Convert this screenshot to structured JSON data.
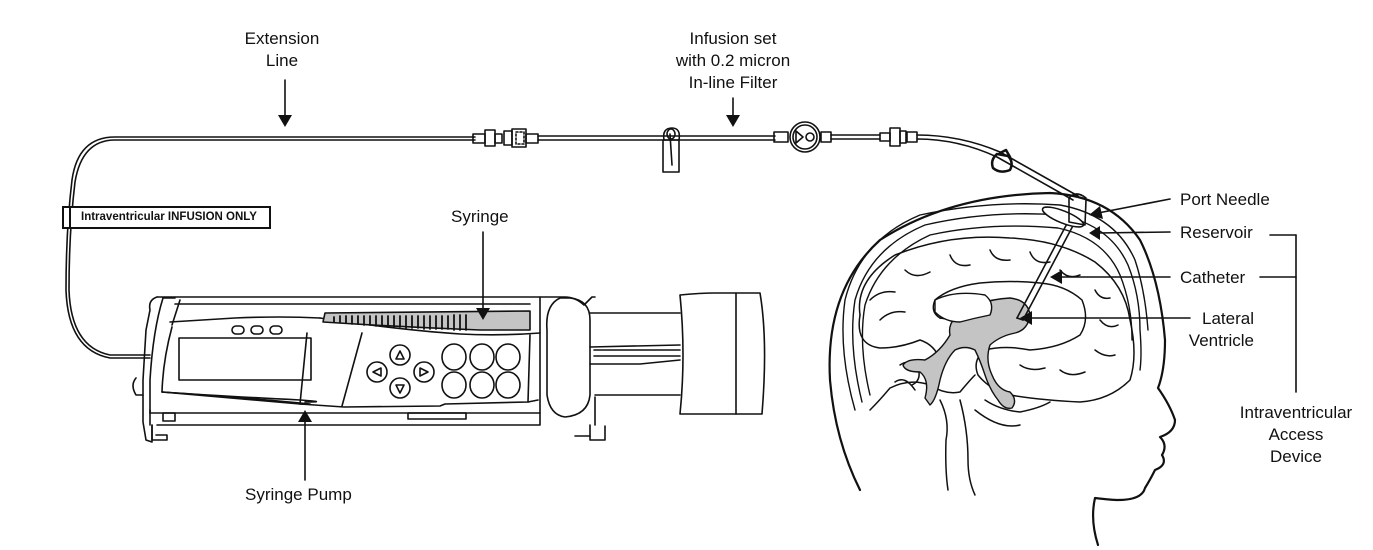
{
  "diagram": {
    "title": "Intraventricular infusion setup",
    "labels": {
      "extension_line": [
        "Extension",
        "Line"
      ],
      "infusion_set": [
        "Infusion set",
        "with 0.2 micron",
        "In-line Filter"
      ],
      "syringe": "Syringe",
      "syringe_pump": "Syringe Pump",
      "port_needle": "Port Needle",
      "reservoir": "Reservoir",
      "catheter": "Catheter",
      "lateral_ventricle": [
        "Lateral",
        "Ventricle"
      ],
      "access_device": [
        "Intraventricular",
        "Access",
        "Device"
      ]
    },
    "line_tag": "Intraventricular INFUSION ONLY",
    "colors": {
      "ink": "#111111",
      "fill_gray": "#c4c4c4",
      "background": "#ffffff"
    }
  }
}
